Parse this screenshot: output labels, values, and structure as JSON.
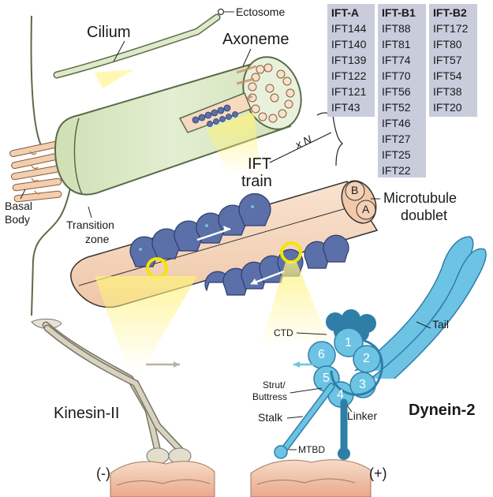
{
  "labels": {
    "ectosome": "Ectosome",
    "cilium": "Cilium",
    "axoneme": "Axoneme",
    "xn": "x N",
    "ift_train_1": "IFT",
    "ift_train_2": "train",
    "microtubule_1": "Microtubule",
    "microtubule_2": "doublet",
    "tubule_b": "B",
    "tubule_a": "A",
    "basal_body_1": "Basal",
    "basal_body_2": "Body",
    "transition_zone_1": "Transition",
    "transition_zone_2": "zone",
    "kinesin": "Kinesin-II",
    "dynein": "Dynein-2",
    "minus": "(-)",
    "plus": "(+)",
    "ctd": "CTD",
    "tail": "Tail",
    "strut_1": "Strut/",
    "strut_2": "Buttress",
    "stalk": "Stalk",
    "linker": "Linker",
    "mtbd": "MTBD",
    "aaa": [
      "1",
      "2",
      "3",
      "4",
      "5",
      "6"
    ]
  },
  "ift_tables": [
    {
      "header": "IFT-A",
      "items": [
        "IFT144",
        "IFT140",
        "IFT139",
        "IFT122",
        "IFT121",
        "IFT43"
      ]
    },
    {
      "header": "IFT-B1",
      "items": [
        "IFT88",
        "IFT81",
        "IFT74",
        "IFT70",
        "IFT56",
        "IFT52",
        "IFT46",
        "IFT27",
        "IFT25",
        "IFT22"
      ]
    },
    {
      "header": "IFT-B2",
      "items": [
        "IFT172",
        "IFT80",
        "IFT57",
        "IFT54",
        "IFT38",
        "IFT20"
      ]
    }
  ],
  "colors": {
    "cilium_green": "#dde9c8",
    "cilium_outline": "#5a6b47",
    "microtubule_peach": "#f7d9c0",
    "ift_blue": "#5b6fa8",
    "dynein_blue": "#6cc3e3",
    "dynein_dark": "#2f7ea8",
    "highlight_yellow": "#f2e600",
    "kinesin_beige": "#d8d2c0",
    "table_bg": "#c9ccdb"
  }
}
